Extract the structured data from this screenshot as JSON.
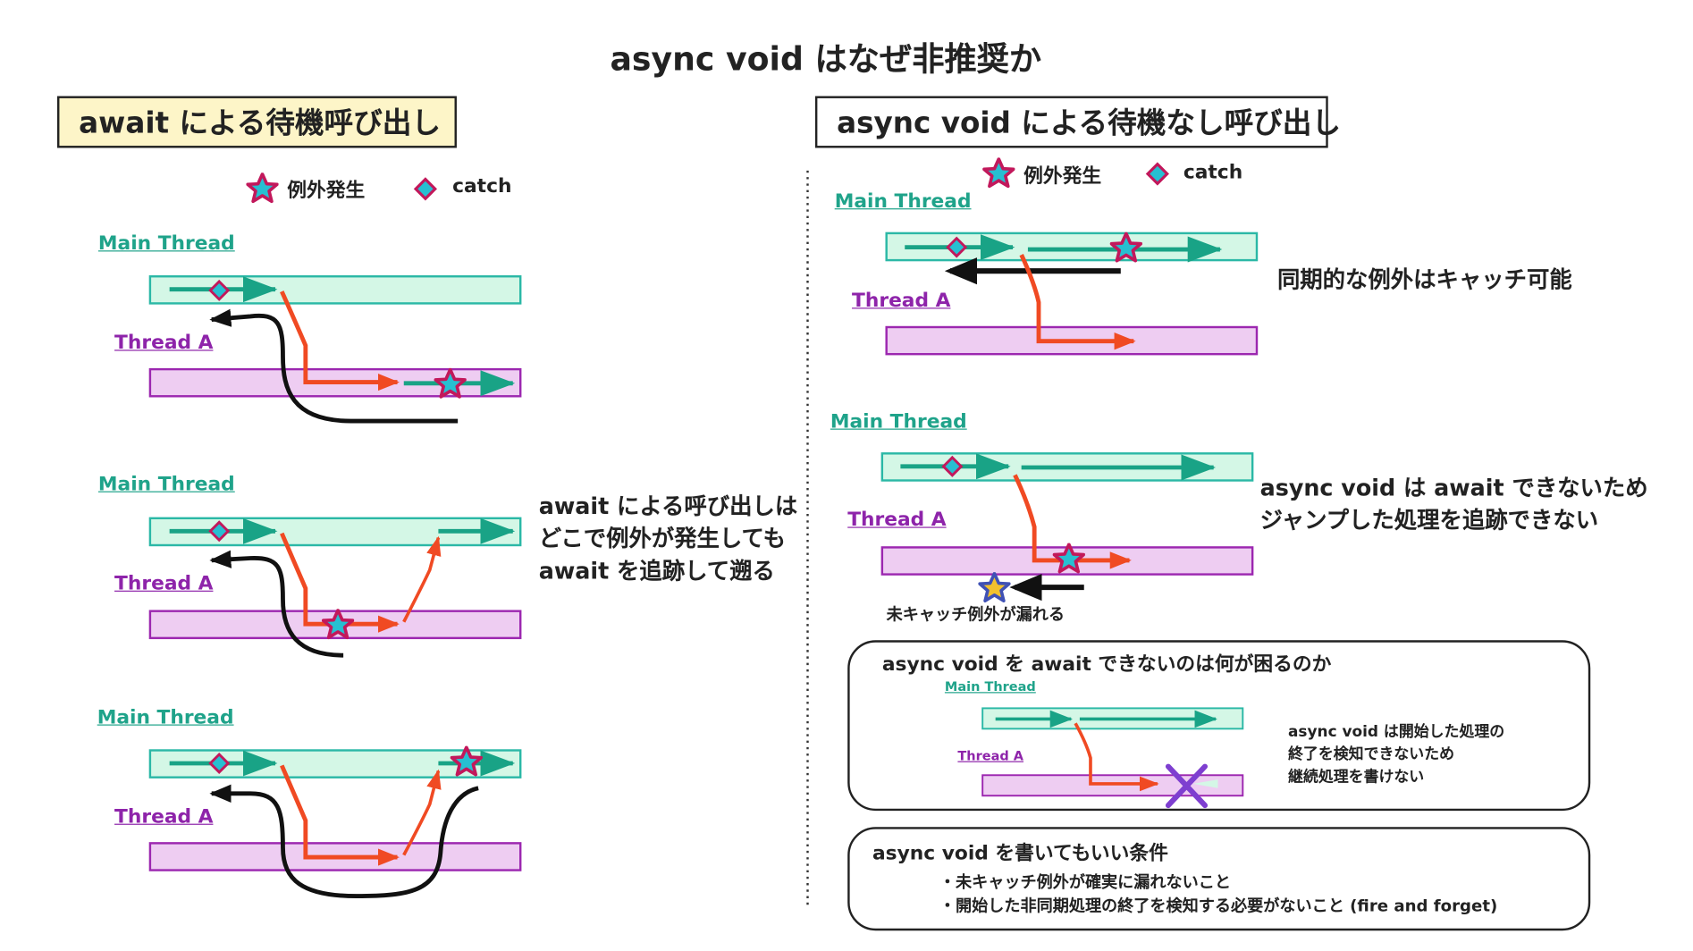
{
  "title": "async void はなぜ非推奨か",
  "left": {
    "heading": "await による待機呼び出し",
    "legend": {
      "exception": "例外発生",
      "catch": "catch"
    },
    "main_thread": "Main Thread",
    "thread_a": "Thread A",
    "note_lines": [
      "await による呼び出しは",
      "どこで例外が発生しても",
      "await を追跡して遡る"
    ]
  },
  "right": {
    "heading": "async void による待機なし呼び出し",
    "legend": {
      "exception": "例外発生",
      "catch": "catch"
    },
    "main_thread": "Main Thread",
    "thread_a": "Thread A",
    "sync_note": "同期的な例外はキャッチ可能",
    "async_note_lines": [
      "async void は await できないため",
      "ジャンプした処理を追跡できない"
    ],
    "uncaught": "未キャッチ例外が漏れる",
    "panel1": {
      "title": "async void を await できないのは何が困るのか",
      "main_thread": "Main Thread",
      "thread_a": "Thread A",
      "note_lines": [
        "async void は開始した処理の",
        "終了を検知できないため",
        "継続処理を書けない"
      ]
    },
    "panel2": {
      "title": "async void を書いてもいい条件",
      "items": [
        "・未キャッチ例外が確実に漏れないこと",
        "・開始した非同期処理の終了を検知する必要がないこと (fire and forget)"
      ]
    }
  },
  "colors": {
    "main_fill": "#d4f7e6",
    "main_stroke": "#2bb8a6",
    "a_fill": "#eecdf2",
    "a_stroke": "#9c27b0",
    "teal_arrow": "#19a386",
    "orange_arrow": "#f04a23",
    "black_arrow": "#111111",
    "heading_fill": "#fdf5c8",
    "star_fill": "#27bfd1",
    "star_stroke": "#c2185b",
    "gold_star": "#f2c12e",
    "cross": "#7e3fd0"
  }
}
